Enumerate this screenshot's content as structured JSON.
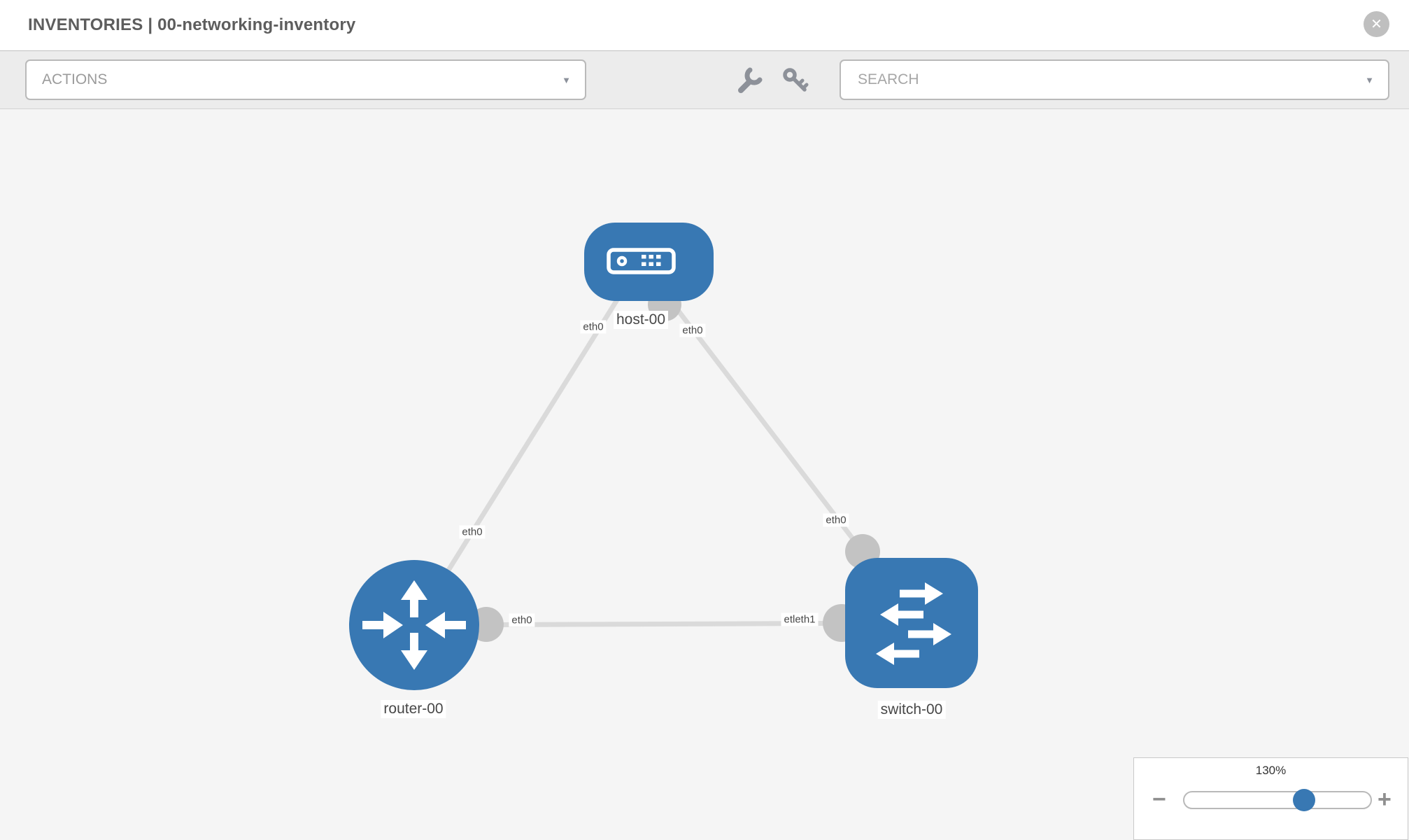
{
  "header": {
    "title": "INVENTORIES | 00-networking-inventory"
  },
  "toolbar": {
    "actions_label": "ACTIONS",
    "search_placeholder": "SEARCH"
  },
  "icons": {
    "caret": "▼",
    "close": "✕",
    "minus": "−",
    "plus": "+",
    "wrench": "wrench-icon",
    "key": "key-icon"
  },
  "canvas": {
    "nodes": [
      {
        "label": "host-00",
        "type": "host"
      },
      {
        "label": "router-00",
        "type": "router"
      },
      {
        "label": "switch-00",
        "type": "switch"
      }
    ],
    "links": [
      {
        "from": "host-00",
        "to": "router-00"
      },
      {
        "from": "host-00",
        "to": "switch-00"
      },
      {
        "from": "router-00",
        "to": "switch-00"
      }
    ],
    "interface_labels": [
      {
        "text": "eth0",
        "near": "host-00-left"
      },
      {
        "text": "eth0",
        "near": "host-00-right"
      },
      {
        "text": "eth0",
        "near": "host-router-link"
      },
      {
        "text": "eth0",
        "near": "host-switch-link"
      },
      {
        "text": "eth0",
        "near": "router-switch-link-router-end"
      },
      {
        "text": "etleth1",
        "near": "router-switch-link-switch-end"
      }
    ]
  },
  "zoom_panel": {
    "level": "130%"
  },
  "colors": {
    "node_blue": "#3878b3",
    "link_gray": "#dadada",
    "connector_gray": "#c3c3c3",
    "canvas_bg": "#f5f5f5",
    "toolbar_bg": "#ececec",
    "title_text": "#5d5d5d"
  }
}
